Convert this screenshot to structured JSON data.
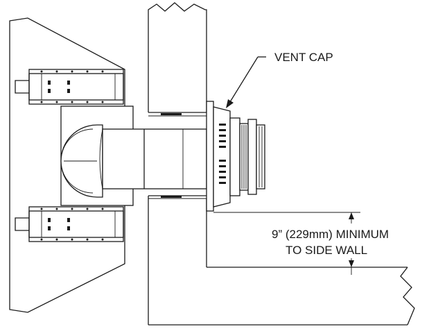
{
  "labels": {
    "vent_cap": "VENT CAP",
    "clearance_line1": "9” (229mm) MINIMUM",
    "clearance_line2": "TO SIDE WALL"
  }
}
